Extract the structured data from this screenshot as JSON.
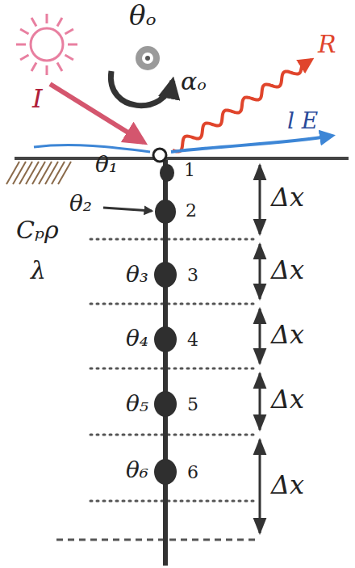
{
  "diagram": {
    "labels": [
      "θₒ",
      "αₒ",
      "I",
      "R",
      "l E",
      "θ₁",
      "1",
      "θ₂",
      "2",
      "Cₚρ",
      "θ₃",
      "3",
      "λ",
      "θ₄",
      "4",
      "θ₅",
      "5",
      "θ₆",
      "6",
      "Δx",
      "Δx",
      "Δx",
      "Δx",
      "Δx"
    ]
  }
}
